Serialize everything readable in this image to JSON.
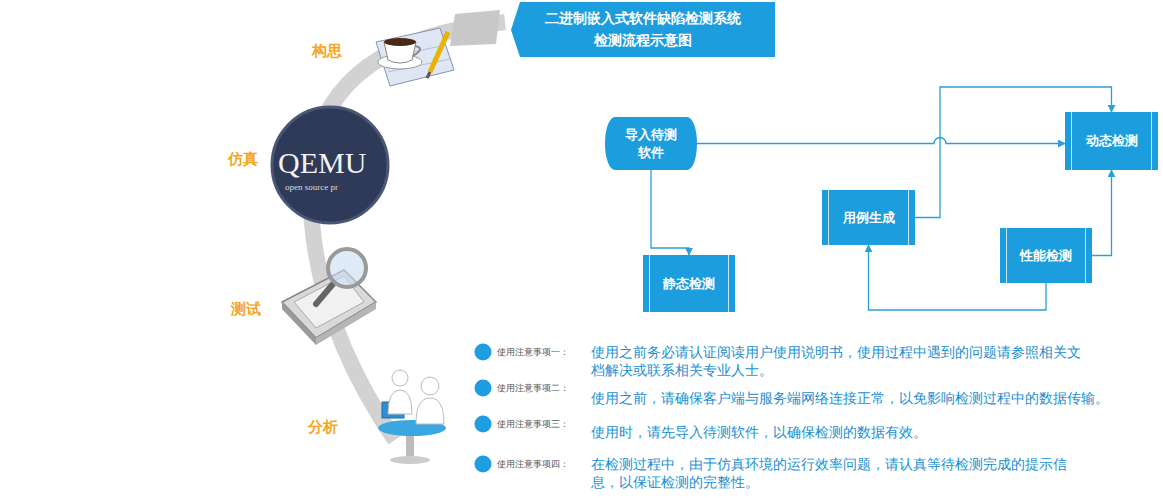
{
  "diagram": {
    "title": "二进制嵌入式软件缺陷检测系统 检测流程示意图",
    "nodes": [
      {
        "text": [
          "导入待测软件"
        ]
      },
      {
        "text": [
          "动态检测"
        ]
      },
      {
        "text": [
          "用例生成"
        ]
      },
      {
        "text": [
          "性能检测"
        ]
      },
      {
        "text": [
          "静态检测"
        ]
      }
    ],
    "edges": [
      {
        "from": 0,
        "to": 4,
        "arrow": "to"
      },
      {
        "from": 0,
        "to": 1,
        "arrow": "to"
      },
      {
        "from": 2,
        "to": 1,
        "arrow": "to"
      },
      {
        "from": 3,
        "to": 1,
        "arrow": "to"
      },
      {
        "from": 3,
        "to": 2,
        "arrow": "to"
      }
    ],
    "labels": [
      "构思",
      "QEMU",
      "open source pr",
      "仿真",
      "测试",
      "分析",
      "使用注意事项一：",
      "使用之前务必请认证阅读用户使用说明书，使用过程中遇到的问题请参照相关文档解决或联系相关专业人士。",
      "使用注意事项二：",
      "使用之前，请确保客户端与服务端网络连接正常，以免影响检测过程中的数据传输。",
      "使用注意事项三：",
      "使用时，请先导入待测软件，以确保检测的数据有效。",
      "使用注意事项四：",
      "在检测过程中，由于仿真环境的运行效率问题，请认真等待检测完成的提示信息，以保证检测的完整性。"
    ]
  }
}
